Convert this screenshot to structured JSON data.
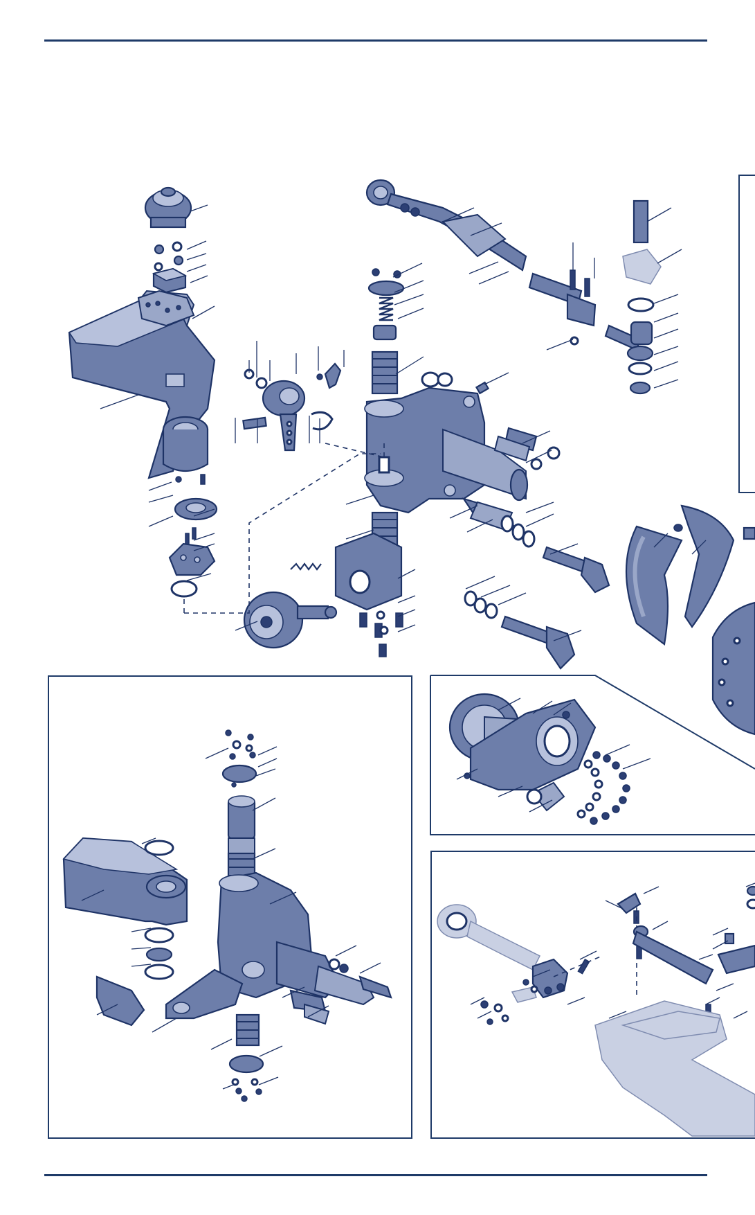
{
  "colors": {
    "line": "#1e3a68",
    "part_fill": "#6d7eaa",
    "part_highlight": "#b7c1dc",
    "ghost_fill": "#c9d0e3"
  },
  "page": {
    "top_rule": "top-rule",
    "bottom_rule": "bottom-rule"
  },
  "panels": [
    {
      "name": "main-exploded-view"
    },
    {
      "name": "inset-steering-knuckle-assembly"
    },
    {
      "name": "inset-hub-carrier-bolts"
    },
    {
      "name": "inset-tie-rod-lever-assembly"
    },
    {
      "name": "inset-right-partial-view"
    }
  ]
}
